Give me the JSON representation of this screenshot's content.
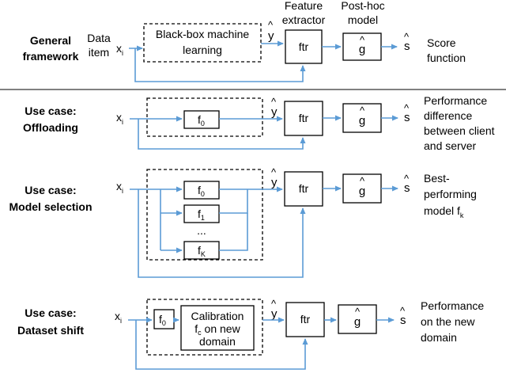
{
  "general": {
    "title_l1": "General",
    "title_l2": "framework",
    "input_l1": "Data",
    "input_l2": "item",
    "x": "x",
    "x_sub": "i",
    "blackbox_l1": "Black-box machine",
    "blackbox_l2": "learning",
    "feature_l1": "Feature",
    "feature_l2": "extractor",
    "posthoc_l1": "Post-hoc",
    "posthoc_l2": "model",
    "score_l1": "Score",
    "score_l2": "function"
  },
  "common": {
    "yhat": "y",
    "hat": "^",
    "ftr": "ftr",
    "g": "g",
    "s": "s"
  },
  "offloading": {
    "title_l1": "Use case:",
    "title_l2": "Offloading",
    "f0": "f",
    "f0_sub": "0",
    "desc_l1": "Performance",
    "desc_l2": "difference",
    "desc_l3": "between client",
    "desc_l4": "and server"
  },
  "model_selection": {
    "title_l1": "Use case:",
    "title_l2": "Model selection",
    "f0_sub": "0",
    "f1_sub": "1",
    "dots": "...",
    "fK_sub": "K",
    "desc_l1": "Best-",
    "desc_l2": "performing",
    "desc_l3": "model f",
    "desc_l3_sub": "k"
  },
  "dataset_shift": {
    "title_l1": "Use case:",
    "title_l2": "Dataset shift",
    "f0_sub": "0",
    "calib_l1": "Calibration",
    "calib_l2_f": "f",
    "calib_l2_sub": "c",
    "calib_l2_rest": " on new",
    "calib_l3": "domain",
    "desc_l1": "Performance",
    "desc_l2": "on the new",
    "desc_l3": "domain"
  }
}
